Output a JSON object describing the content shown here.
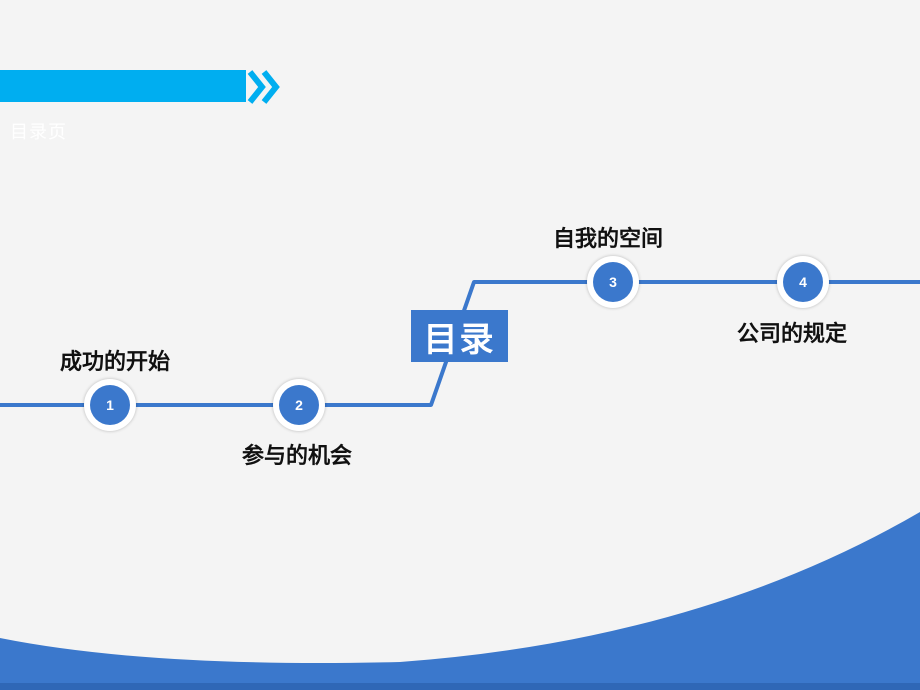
{
  "header": {
    "subtitle": "目录页"
  },
  "toc": {
    "title": "目录"
  },
  "items": [
    {
      "number": "1",
      "label": "成功的开始"
    },
    {
      "number": "2",
      "label": "参与的机会"
    },
    {
      "number": "3",
      "label": "自我的空间"
    },
    {
      "number": "4",
      "label": "公司的规定"
    }
  ],
  "colors": {
    "accent_blue": "#3b78cc",
    "band_cyan": "#00aef0",
    "background": "#f4f4f4"
  }
}
